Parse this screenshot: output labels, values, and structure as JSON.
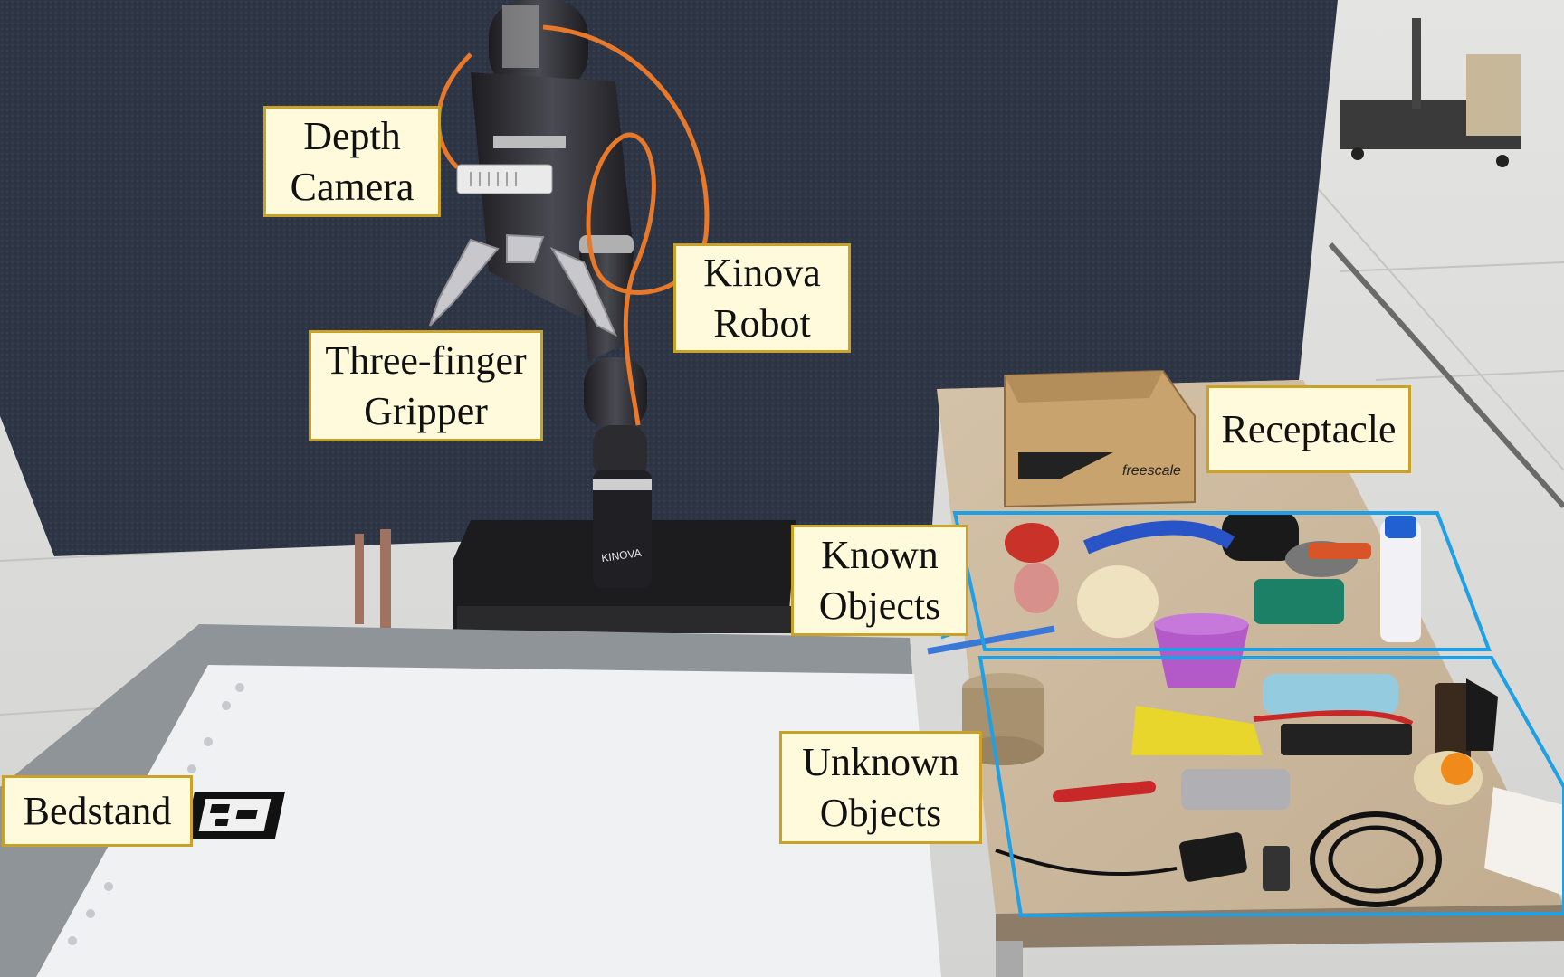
{
  "labels": {
    "depth_camera": [
      "Depth",
      "Camera"
    ],
    "kinova_robot": [
      "Kinova",
      "Robot"
    ],
    "gripper": [
      "Three-finger",
      "Gripper"
    ],
    "receptacle": "Receptacle",
    "known_objects": [
      "Known",
      "Objects"
    ],
    "unknown_objects": [
      "Unknown",
      "Objects"
    ],
    "bedstand": "Bedstand"
  },
  "photo_text": {
    "robot_brand": "KINOVA",
    "box_brand": "freescale"
  },
  "colors": {
    "label_fill": "#fffadc",
    "label_border": "#caa227",
    "region_outline": "#1ea0e6",
    "cable": "#e8782a"
  }
}
